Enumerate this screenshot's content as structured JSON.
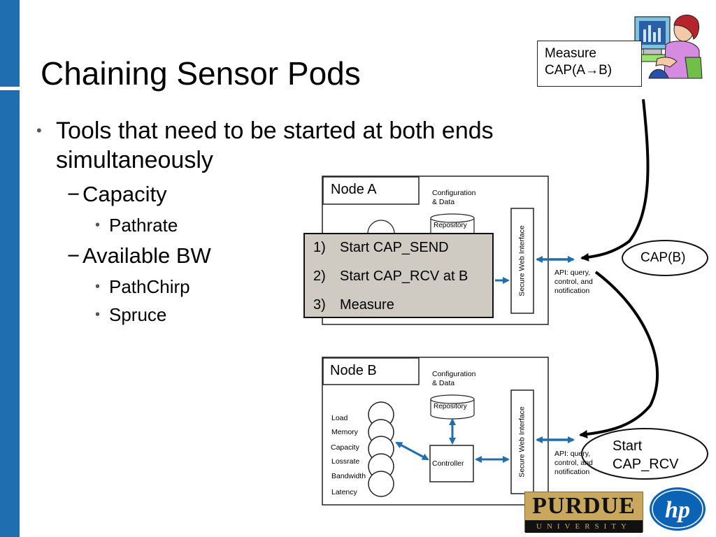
{
  "slide": {
    "title": "Chaining Sensor Pods",
    "bullets": {
      "main": "Tools that need to be started at both ends simultaneously",
      "capacity": "Capacity",
      "pathrate": "Pathrate",
      "available_bw": "Available BW",
      "pathchirp": "PathChirp",
      "spruce": "Spruce"
    }
  },
  "diagram": {
    "node_a": {
      "label": "Node A",
      "config": "Configuration\n& Data",
      "repository": "Repository",
      "secure_interface": "Secure Web Interface",
      "api": "API: query,\ncontrol, and\nnotification"
    },
    "node_b": {
      "label": "Node B",
      "config": "Configuration\n& Data",
      "repository": "Repository",
      "controller": "Controller",
      "secure_interface": "Secure Web Interface",
      "api": "API: query,\ncontrol, and\nnotification",
      "sensors": [
        "Load",
        "Memory",
        "Capacity",
        "Lossrate",
        "Bandwidth",
        "Latency"
      ]
    },
    "steps": [
      {
        "num": "1)",
        "text": "Start CAP_SEND"
      },
      {
        "num": "2)",
        "text": "Start CAP_RCV at B"
      },
      {
        "num": "3)",
        "text": "Measure"
      }
    ],
    "measure_box": "Measure\nCAP(A→B)",
    "cap_b": "CAP(B)",
    "start_cap_rcv": "Start\nCAP_RCV"
  },
  "logos": {
    "purdue_name": "PURDUE",
    "purdue_sub": "UNIVERSITY",
    "hp": "hp"
  },
  "colors": {
    "left_bar": "#1f6eb0",
    "steps_box_fill": "#cfcbc3",
    "arrow_blue": "#1f6eb0",
    "purdue_gold": "#c9a85e",
    "hp_blue": "#0b63b5"
  }
}
